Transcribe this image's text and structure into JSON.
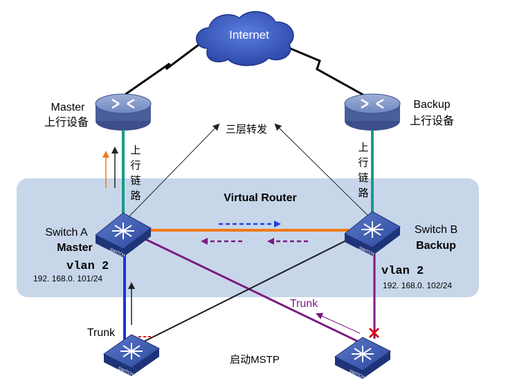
{
  "internet": {
    "label": "Internet"
  },
  "upstream_master": {
    "role": "Master",
    "desc": "上行设备"
  },
  "upstream_backup": {
    "role": "Backup",
    "desc": "上行设备"
  },
  "uplink_left": [
    "上",
    "行",
    "链",
    "路"
  ],
  "uplink_right": [
    "上",
    "行",
    "链",
    "路"
  ],
  "l3_forwarding": "三层转发",
  "virtual_router": {
    "label": "Virtual Router"
  },
  "switch_a": {
    "name": "Switch A",
    "role": "Master",
    "vlan": "vlan 2",
    "ip": "192. 168.0. 101/24"
  },
  "switch_b": {
    "name": "Switch B",
    "role": "Backup",
    "vlan": "vlan 2",
    "ip": "192. 168.0. 102/24"
  },
  "trunk_left": "Trunk",
  "trunk_mid": "Trunk",
  "mstp": "启动MSTP",
  "switch_icon_text": "SWITCH",
  "colors": {
    "cloud": "#3a5cc4",
    "vr_box": "#c8d6ea",
    "teal_link": "#179a8c",
    "orange_link": "#f07a18",
    "blue_link": "#1a33e0",
    "purple_link": "#7a1a80",
    "blocked_mark": "#e01010"
  }
}
